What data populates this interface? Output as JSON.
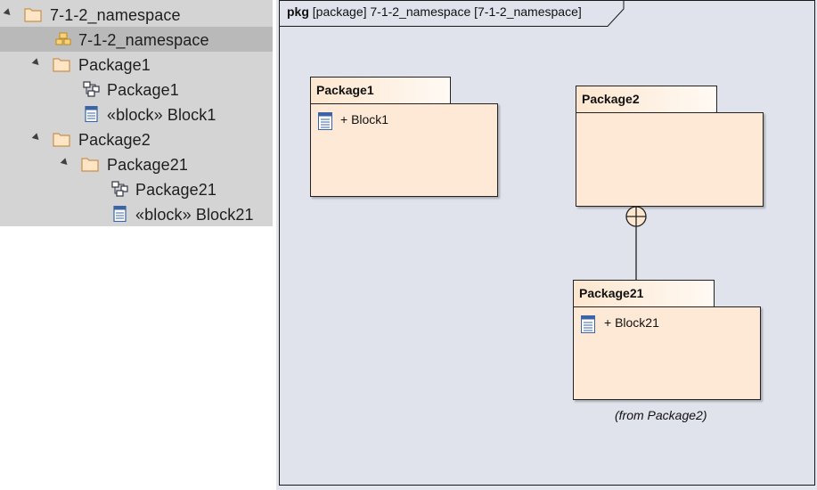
{
  "tree": {
    "items": [
      {
        "label": "7-1-2_namespace",
        "icon": "folder-icon",
        "expanded": true,
        "selected": false
      },
      {
        "label": "7-1-2_namespace",
        "icon": "package-diagram-icon",
        "selected": true
      },
      {
        "label": "Package1",
        "icon": "folder-icon",
        "expanded": true
      },
      {
        "label": "Package1",
        "icon": "diagram-icon"
      },
      {
        "label": "«block» Block1",
        "icon": "block-icon"
      },
      {
        "label": "Package2",
        "icon": "folder-icon",
        "expanded": true
      },
      {
        "label": "Package21",
        "icon": "folder-icon",
        "expanded": true
      },
      {
        "label": "Package21",
        "icon": "diagram-icon"
      },
      {
        "label": "«block» Block21",
        "icon": "block-icon"
      }
    ]
  },
  "diagram": {
    "frame_kind": "pkg",
    "frame_title": "[package] 7-1-2_namespace [7-1-2_namespace]",
    "packages": [
      {
        "name": "Package1",
        "members": [
          "+ Block1"
        ]
      },
      {
        "name": "Package2",
        "members": []
      },
      {
        "name": "Package21",
        "members": [
          "+ Block21"
        ],
        "note": "(from Package2)"
      }
    ],
    "relationship": "containment",
    "colors": {
      "package_fill": "#fee9d6",
      "background": "#e0e2ec",
      "tree_bg": "#d4d4d4",
      "tree_selected": "#b9b9b9"
    }
  }
}
